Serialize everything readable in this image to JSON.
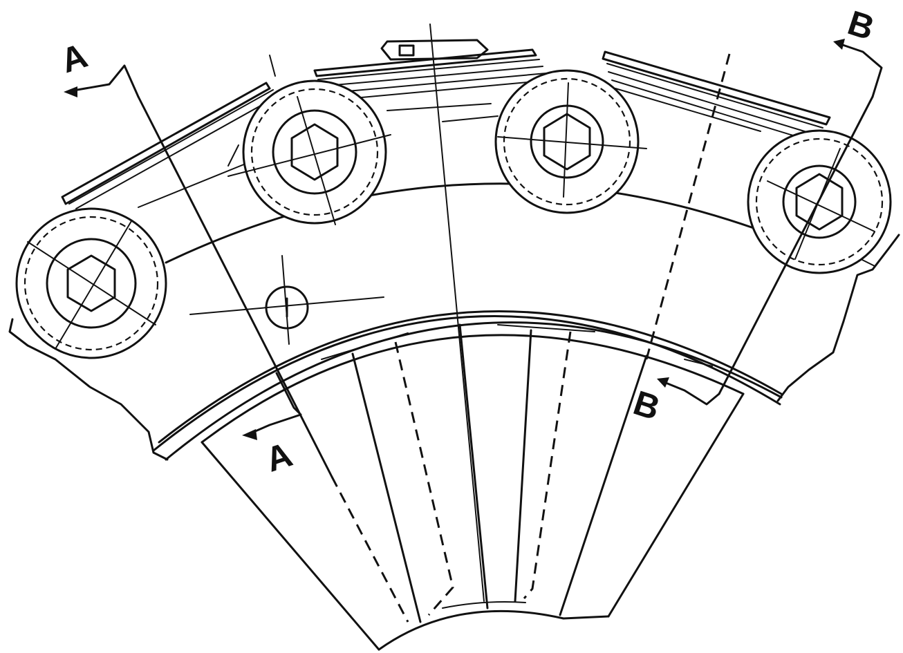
{
  "section_markers": {
    "a_top": "A",
    "a_bottom": "A",
    "b_top": "B",
    "b_bottom": "B"
  }
}
